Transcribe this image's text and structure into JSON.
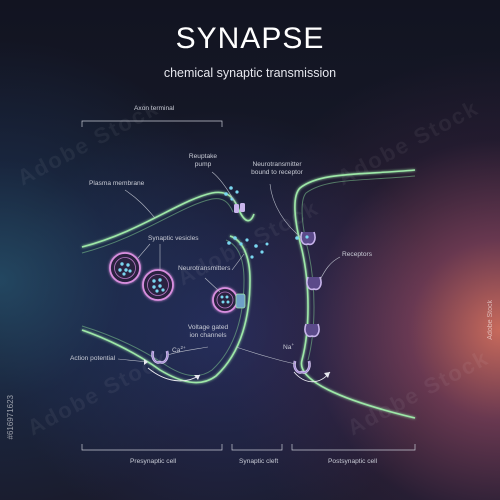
{
  "title": "SYNAPSE",
  "subtitle": "chemical synaptic transmission",
  "labels": {
    "axon_terminal": "Axon terminal",
    "reuptake_pump_line1": "Reuptake",
    "reuptake_pump_line2": "pump",
    "nt_bound_line1": "Neurotransmitter",
    "nt_bound_line2": "bound to receptor",
    "plasma_membrane": "Plasma membrane",
    "synaptic_vesicles": "Synaptic vesicles",
    "neurotransmitters": "Neurotransmitters",
    "receptors": "Receptors",
    "voltage_gated_line1": "Voltage gated",
    "voltage_gated_line2": "ion channels",
    "ca": "Ca",
    "ca_sup": "2+",
    "na": "Na",
    "na_sup": "+",
    "action_potential": "Action potential",
    "presynaptic_cell": "Presynaptic cell",
    "synaptic_cleft": "Synaptic cleft",
    "postsynaptic_cell": "Postsynaptic cell"
  },
  "watermark": {
    "brand": "Adobe Stock",
    "stock_id": "#616971623"
  },
  "colors": {
    "membrane": "#9ee8a8",
    "vesicle": "#d98fe0",
    "neurotransmitter": "#7ad7f0",
    "receptor": "#c9b5ec",
    "leader": "#b8bcc8"
  }
}
